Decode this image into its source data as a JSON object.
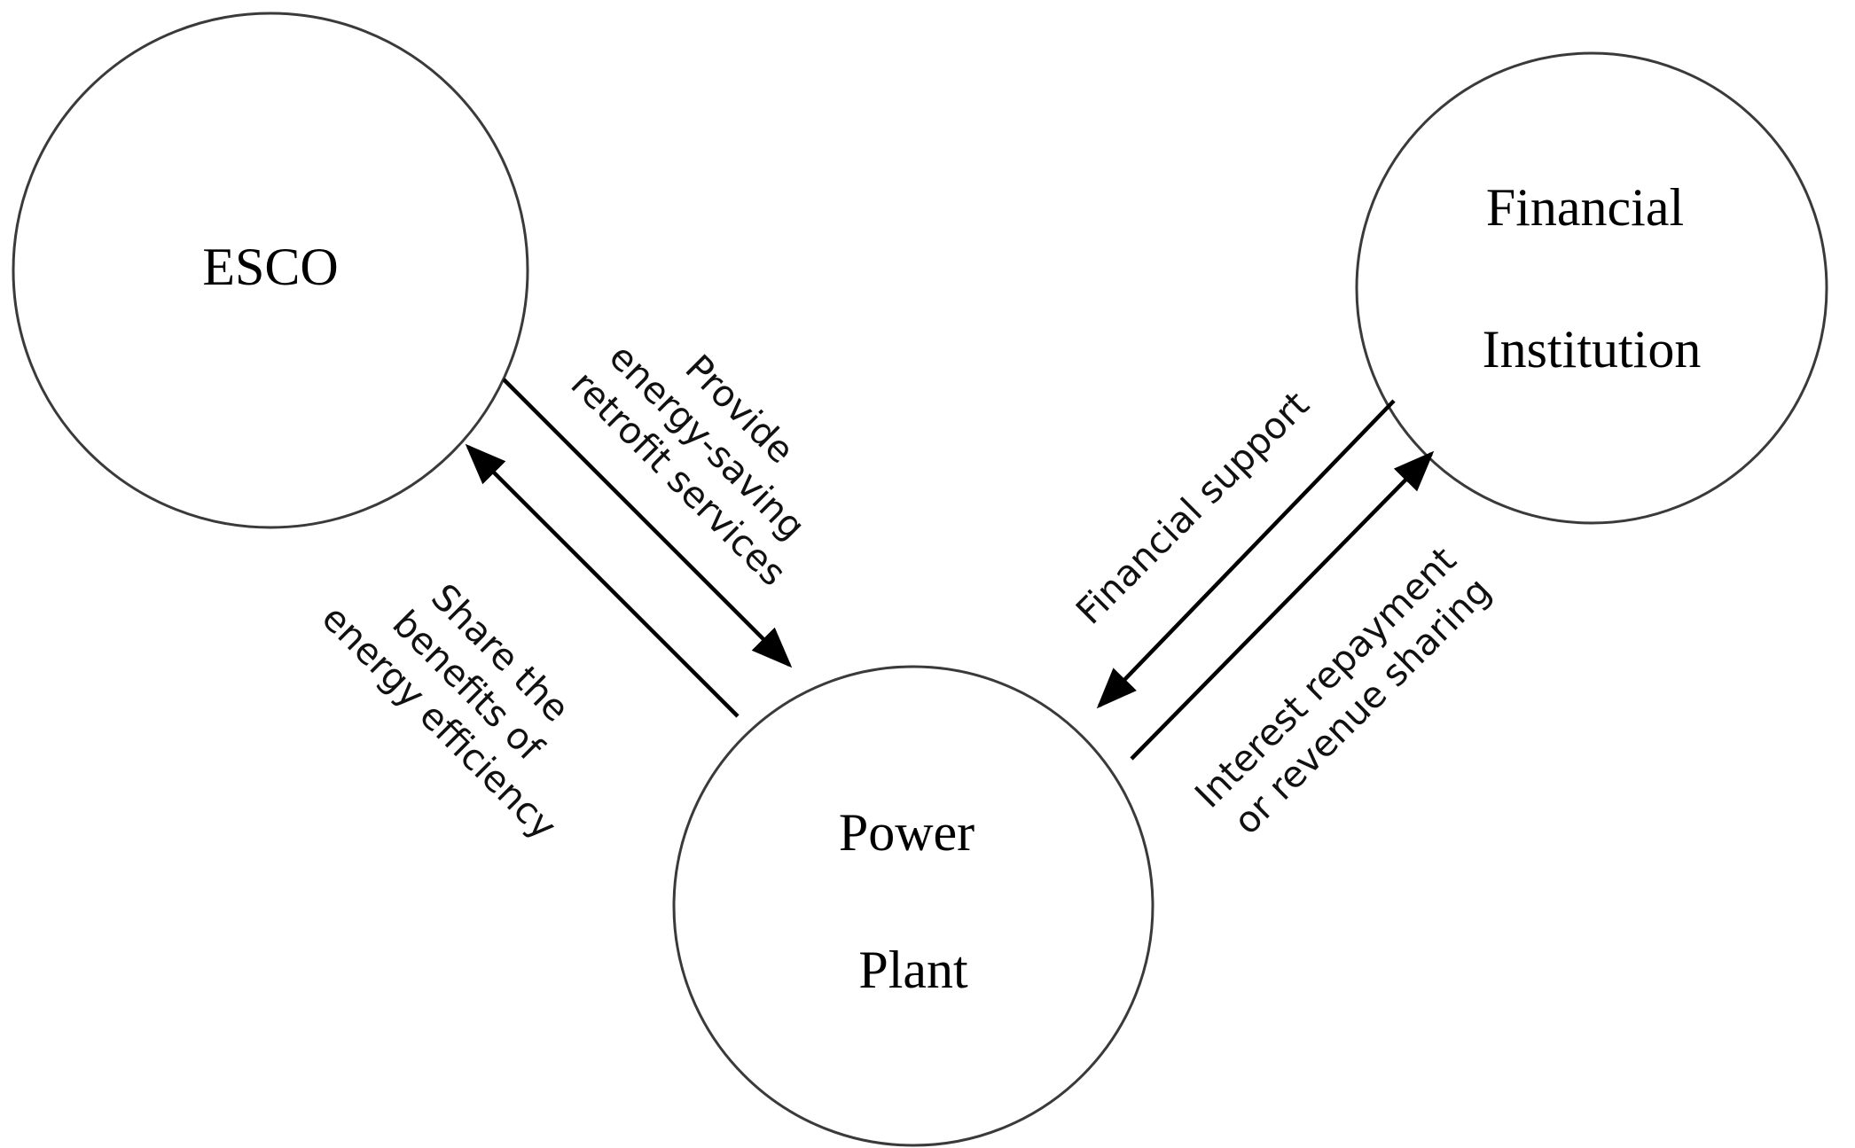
{
  "nodes": {
    "esco": {
      "lines": [
        "ESCO"
      ]
    },
    "financial": {
      "lines": [
        "Financial",
        "Institution"
      ]
    },
    "power": {
      "lines": [
        "Power",
        "Plant"
      ]
    }
  },
  "edges": {
    "esco_to_power": {
      "lines": [
        "Provide",
        "energy-saving",
        "retrofit services"
      ]
    },
    "power_to_esco": {
      "lines": [
        "Share the",
        "benefits of",
        "energy efficiency"
      ]
    },
    "financial_to_power": {
      "lines": [
        "Financial support"
      ]
    },
    "power_to_financial": {
      "lines": [
        "Interest repayment",
        "or revenue sharing"
      ]
    }
  }
}
